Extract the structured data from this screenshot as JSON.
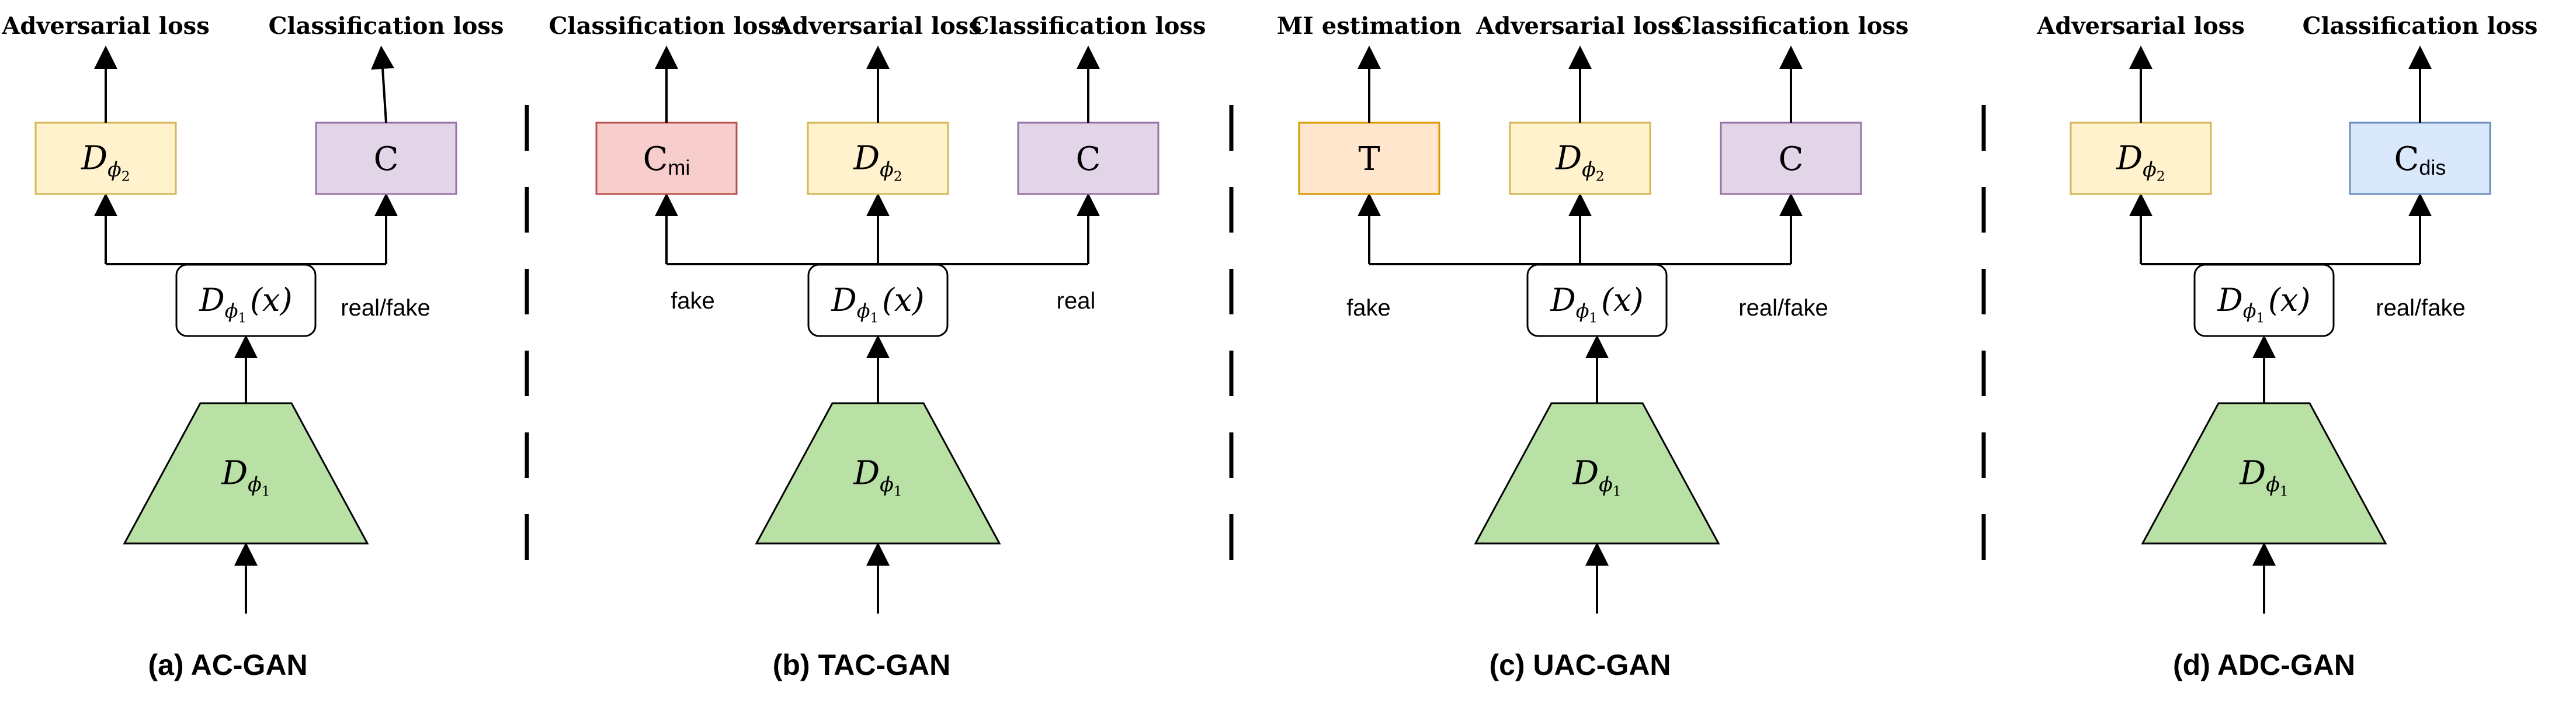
{
  "colors": {
    "yellow_fill": "#FFF2CC",
    "yellow_stroke": "#D6B656",
    "purple_fill": "#E1D5E7",
    "purple_stroke": "#9673A6",
    "red_fill": "#F8CECC",
    "red_stroke": "#B85450",
    "orange_fill": "#FFE6CC",
    "orange_stroke": "#D79B00",
    "blue_fill": "#DAE8FC",
    "blue_stroke": "#6C8EBF",
    "green_fill": "#B9E0A5",
    "green_stroke": "#000000"
  },
  "symbols": {
    "d": "D",
    "phi": "ϕ",
    "one": "1",
    "two": "2",
    "x_arg": "(x)",
    "c": "C",
    "t": "T",
    "mi": "mi",
    "dis": "dis"
  },
  "panels": [
    {
      "id": "ac-gan",
      "caption": "(a) AC-GAN",
      "side_labels": [
        "real/fake"
      ],
      "heads": [
        {
          "kind": "d_phi2",
          "color": "yellow",
          "loss": "Adversarial loss"
        },
        {
          "kind": "c",
          "color": "purple",
          "label": "C",
          "loss": "Classification loss"
        }
      ]
    },
    {
      "id": "tac-gan",
      "caption": "(b) TAC-GAN",
      "side_labels": [
        "fake",
        "real"
      ],
      "heads": [
        {
          "kind": "c",
          "color": "red",
          "label": "C",
          "sub": "mi",
          "loss": "Classification loss"
        },
        {
          "kind": "d_phi2",
          "color": "yellow",
          "loss": "Adversarial loss"
        },
        {
          "kind": "c",
          "color": "purple",
          "label": "C",
          "loss": "Classification loss"
        }
      ]
    },
    {
      "id": "uac-gan",
      "caption": "(c) UAC-GAN",
      "side_labels": [
        "fake",
        "real/fake"
      ],
      "heads": [
        {
          "kind": "c",
          "color": "orange",
          "label": "T",
          "loss": "MI estimation"
        },
        {
          "kind": "d_phi2",
          "color": "yellow",
          "loss": "Adversarial loss"
        },
        {
          "kind": "c",
          "color": "purple",
          "label": "C",
          "loss": "Classification loss"
        }
      ]
    },
    {
      "id": "adc-gan",
      "caption": "(d) ADC-GAN",
      "side_labels": [
        "real/fake"
      ],
      "heads": [
        {
          "kind": "d_phi2",
          "color": "yellow",
          "loss": "Adversarial loss"
        },
        {
          "kind": "c",
          "color": "blue",
          "label": "C",
          "sub": "dis",
          "loss": "Classification  loss"
        }
      ]
    }
  ]
}
